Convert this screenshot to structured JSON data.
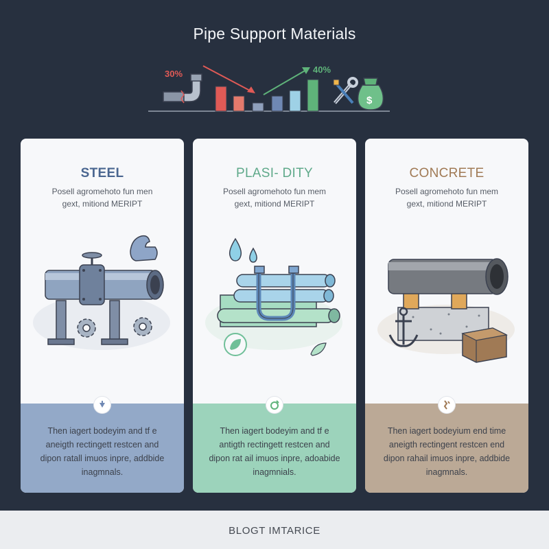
{
  "header": {
    "title": "Pipe Support Materials",
    "chart": {
      "left_label": "30%",
      "right_label": "40%",
      "colors": {
        "red": "#e05a56",
        "green": "#5fb37a",
        "blue": "#6f88b4",
        "cyan": "#9ed1e6",
        "gray": "#7a8696"
      }
    }
  },
  "cards": [
    {
      "title": "STEEL",
      "title_color": "#4a6690",
      "subtitle_line1": "Posell agromehoto fun men",
      "subtitle_line2": "gext, mitiond MERIPT",
      "badge_icon": "down-arrow-icon",
      "accent_color": "#93a9c8",
      "desc_line1": "Then iagert bodeyim and tf e",
      "desc_line2": "aneigth rectingett restcen and",
      "desc_line3": "dipon ratall imuos inpre, addbide",
      "desc_line4": "inagmnals."
    },
    {
      "title": "PLASI- DITY",
      "title_color": "#5fa98a",
      "subtitle_line1": "Posell agromehoto fun mem",
      "subtitle_line2": "gext, mitiond MERIPT",
      "badge_icon": "rotate-icon",
      "accent_color": "#9cd3bb",
      "desc_line1": "Then iagert bodeyim and tf e",
      "desc_line2": "antigth rectingett restcen and",
      "desc_line3": "dipon rat ail imuos inpre, adoabide",
      "desc_line4": "inagmnials."
    },
    {
      "title": "CONCRETE",
      "title_color": "#a07a55",
      "subtitle_line1": "Posell agromehoto fun mem",
      "subtitle_line2": "gext, mitiond MERIPT",
      "badge_icon": "broken-link-icon",
      "accent_color": "#bba996",
      "desc_line1": "Then iagert bodeyium end time",
      "desc_line2": "aneigth rectingent restcen end",
      "desc_line3": "dipon rahail imuos inpre, addbide",
      "desc_line4": "inagmnals."
    }
  ],
  "footer": {
    "text": "BLOGT IMTARICE"
  }
}
